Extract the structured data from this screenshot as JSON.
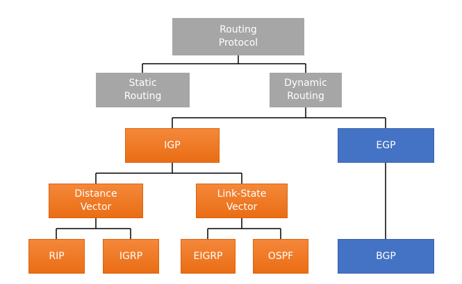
{
  "colors": {
    "gray": "#a6a6a6",
    "orange": "#ed7d31",
    "blue": "#4472c4",
    "line": "#000000"
  },
  "nodes": {
    "routing_protocol": "Routing\nProtocol",
    "static_routing": "Static\nRouting",
    "dynamic_routing": "Dynamic\nRouting",
    "igp": "IGP",
    "egp": "EGP",
    "distance_vector": "Distance\nVector",
    "link_state_vector": "Link-State\nVector",
    "rip": "RIP",
    "igrp": "IGRP",
    "eigrp": "EIGRP",
    "ospf": "OSPF",
    "bgp": "BGP"
  }
}
